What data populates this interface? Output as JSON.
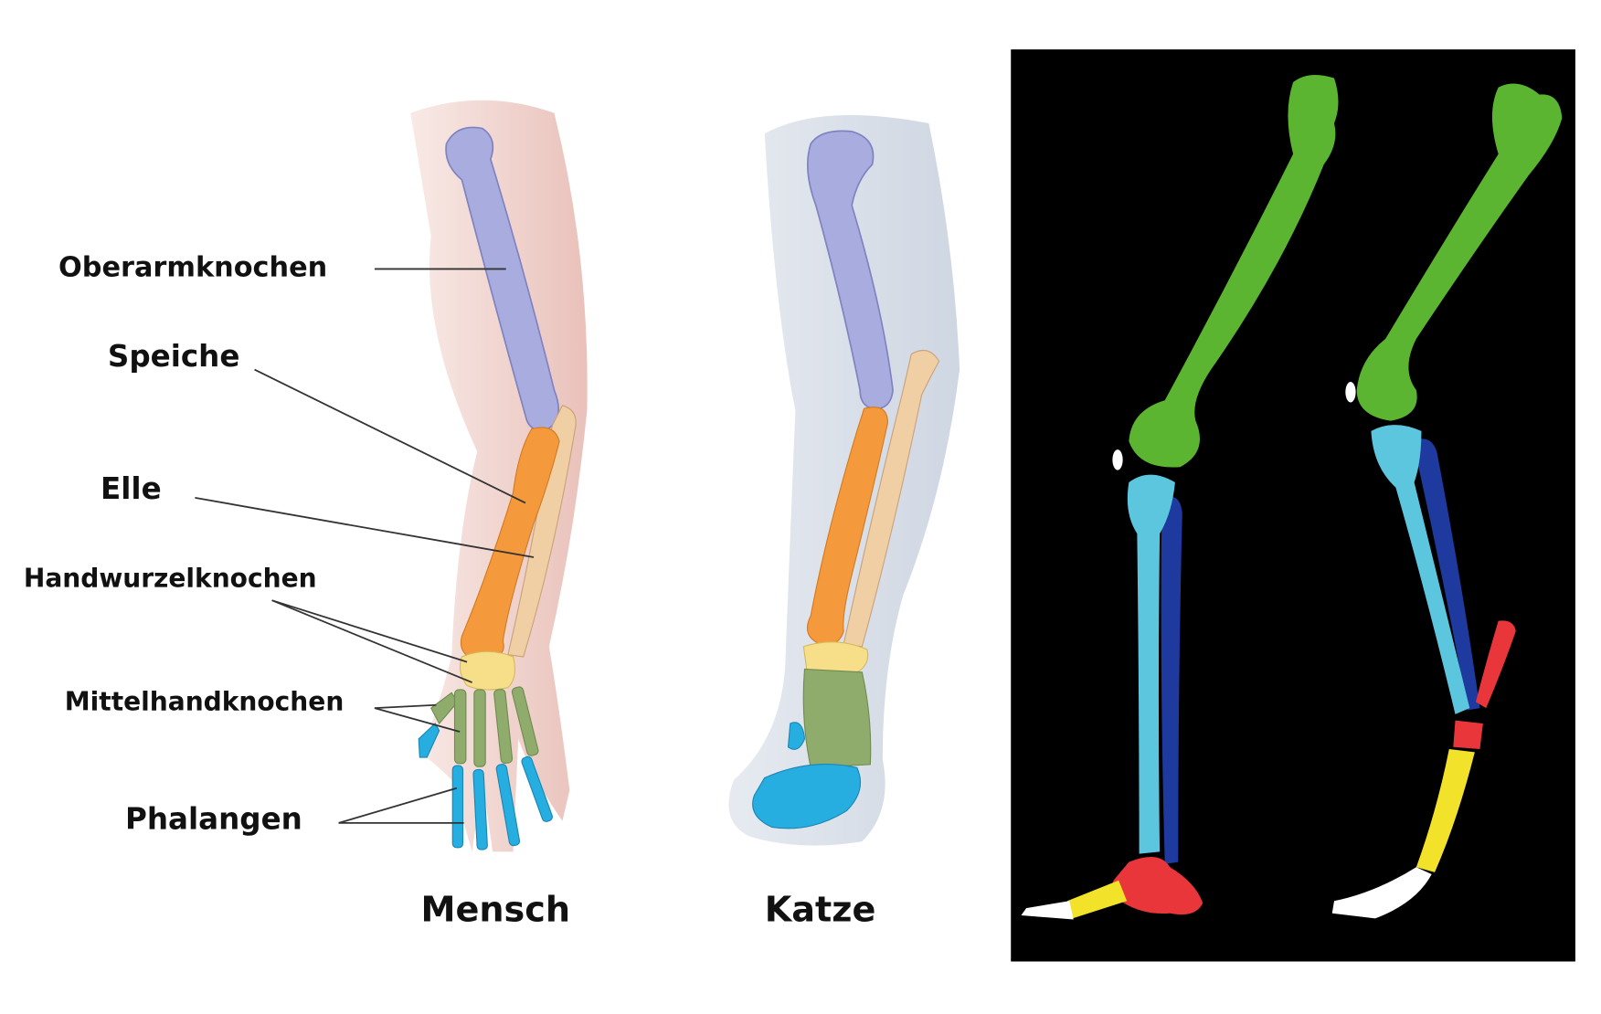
{
  "labels": {
    "humerus": "Oberarmknochen",
    "radius": "Speiche",
    "ulna": "Elle",
    "carpals": "Handwurzelknochen",
    "metacarpals": "Mittelhandknochen",
    "phalanges": "Phalangen"
  },
  "captions": {
    "human": "Mensch",
    "cat": "Katze"
  },
  "colors": {
    "humerus": "#a9acdf",
    "radius": "#f59a3c",
    "ulna": "#f1cfa5",
    "carpals": "#f7df8a",
    "metacarpals": "#8fac6c",
    "phalanges": "#27aee0",
    "femur": "#5cb531",
    "tibia": "#5cc6df",
    "fibula": "#1f3a9e",
    "tarsals": "#e8363a",
    "metatarsals": "#f2e32a",
    "toes": "#ffffff",
    "panel_bg": "#000000"
  }
}
